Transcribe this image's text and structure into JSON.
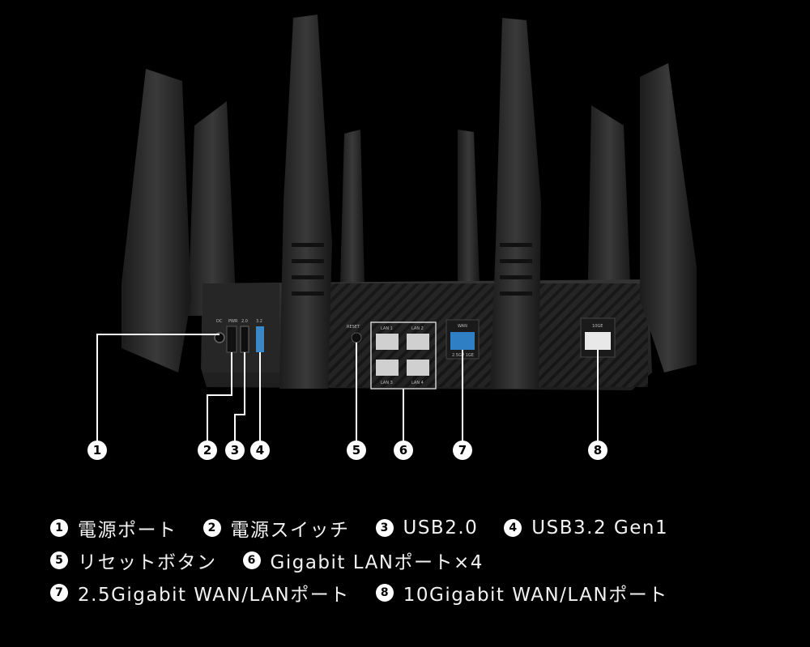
{
  "ports": [
    {
      "num": "1",
      "label": "電源ポート"
    },
    {
      "num": "2",
      "label": "電源スイッチ"
    },
    {
      "num": "3",
      "label": "USB2.0"
    },
    {
      "num": "4",
      "label": "USB3.2 Gen1"
    },
    {
      "num": "5",
      "label": "リセットボタン"
    },
    {
      "num": "6",
      "label": "Gigabit LANポート×4"
    },
    {
      "num": "7",
      "label": "2.5Gigabit WAN/LANポート"
    },
    {
      "num": "8",
      "label": "10Gigabit WAN/LANポート"
    }
  ],
  "router_labels": {
    "lan1": "LAN 1",
    "lan2": "LAN 2",
    "lan3": "LAN 3",
    "lan4": "LAN 4",
    "wan": "WAN",
    "reset": "RESET",
    "ten_g": "10GE",
    "speed": "2.5G / 1GE",
    "usb2": "2.0",
    "usb3": "3.2",
    "dc": "DC",
    "power": "PWR"
  },
  "colors": {
    "background": "#000000",
    "router_body": "#2a2a2a",
    "wan_port": "#2f7fc4",
    "usb3_port": "#3a88c8"
  }
}
